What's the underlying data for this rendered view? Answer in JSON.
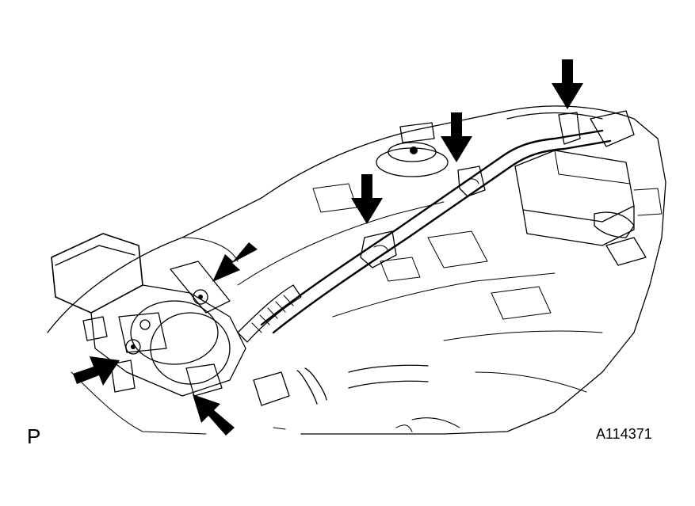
{
  "labels": {
    "view_letter": "P",
    "figure_code": "A114371"
  },
  "callouts": {
    "arrow_count": 6,
    "arrow_color": "#000000"
  },
  "line_color": "#000000",
  "background_color": "#ffffff"
}
